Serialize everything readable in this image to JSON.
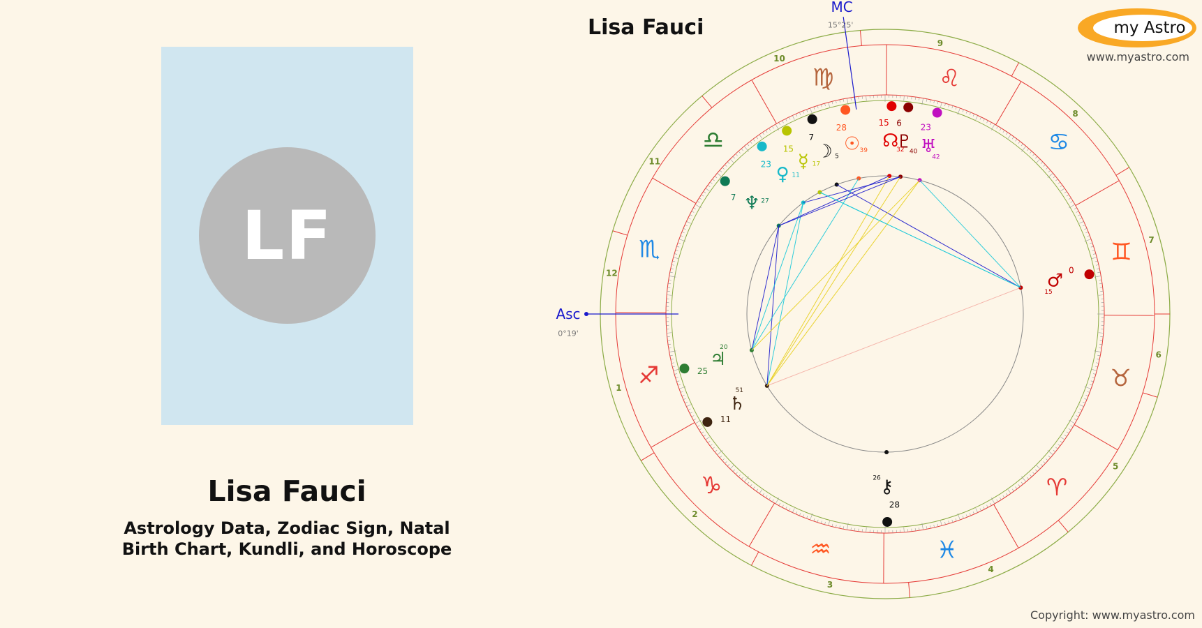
{
  "profile": {
    "initials": "LF",
    "name": "Lisa Fauci",
    "subtitle_line1": "Astrology Data, Zodiac Sign, Natal",
    "subtitle_line2": "Birth Chart, Kundli, and Horoscope"
  },
  "chart": {
    "title": "Lisa Fauci",
    "asc_label": "Asc",
    "asc_degree": "0°19'",
    "mc_label": "MC",
    "mc_degree": "15°25'",
    "houses": [
      "1",
      "2",
      "3",
      "4",
      "5",
      "6",
      "7",
      "8",
      "9",
      "10",
      "11",
      "12"
    ],
    "signs": [
      {
        "name": "sagittarius",
        "glyph": "♐",
        "color": "#e53935"
      },
      {
        "name": "capricorn",
        "glyph": "♑",
        "color": "#e53935"
      },
      {
        "name": "aquarius",
        "glyph": "♒",
        "color": "#ff5722"
      },
      {
        "name": "pisces",
        "glyph": "♓",
        "color": "#1e88e5"
      },
      {
        "name": "aries",
        "glyph": "♈",
        "color": "#e53935"
      },
      {
        "name": "taurus",
        "glyph": "♉",
        "color": "#b5653d"
      },
      {
        "name": "gemini",
        "glyph": "♊",
        "color": "#ff5722"
      },
      {
        "name": "cancer",
        "glyph": "♋",
        "color": "#1e88e5"
      },
      {
        "name": "leo",
        "glyph": "♌",
        "color": "#e53935"
      },
      {
        "name": "virgo",
        "glyph": "♍",
        "color": "#b5653d"
      },
      {
        "name": "libra",
        "glyph": "♎",
        "color": "#2e7d32"
      },
      {
        "name": "scorpio",
        "glyph": "♏",
        "color": "#1e88e5"
      }
    ],
    "planets": [
      {
        "name": "uranus",
        "glyph": "♅",
        "deg": "23",
        "min": "42",
        "color": "#c010c0"
      },
      {
        "name": "pluto",
        "glyph": "♇",
        "deg": "6",
        "min": "40",
        "color": "#8b0000"
      },
      {
        "name": "node",
        "glyph": "☊",
        "deg": "15",
        "min": "32",
        "color": "#e00000"
      },
      {
        "name": "sun",
        "glyph": "☉",
        "deg": "28",
        "min": "39",
        "color": "#ff5722"
      },
      {
        "name": "moon",
        "glyph": "☽",
        "deg": "7",
        "min": "5",
        "color": "#111111"
      },
      {
        "name": "mercury",
        "glyph": "☿",
        "deg": "15",
        "min": "17",
        "color": "#b8c400"
      },
      {
        "name": "venus",
        "glyph": "♀",
        "deg": "23",
        "min": "11",
        "color": "#17b9c9"
      },
      {
        "name": "neptune",
        "glyph": "♆",
        "deg": "7",
        "min": "27",
        "color": "#0f7a55"
      },
      {
        "name": "jupiter",
        "glyph": "♃",
        "deg": "25",
        "min": "20",
        "color": "#2e7d32"
      },
      {
        "name": "saturn",
        "glyph": "♄",
        "deg": "11",
        "min": "51",
        "color": "#3e2410"
      },
      {
        "name": "chiron",
        "glyph": "⚷",
        "deg": "28",
        "min": "26",
        "color": "#111111"
      },
      {
        "name": "mars",
        "glyph": "♂",
        "deg": "0",
        "min": "15",
        "color": "#c00000"
      }
    ],
    "aspect_colors": {
      "square": "#1a1acc",
      "sextile": "#18c8d8",
      "trine": "#e8d020",
      "opposition": "#e53935"
    }
  },
  "branding": {
    "logo_text": "my Astro",
    "site_url": "www.myastro.com",
    "copyright": "Copyright: www.myastro.com"
  }
}
